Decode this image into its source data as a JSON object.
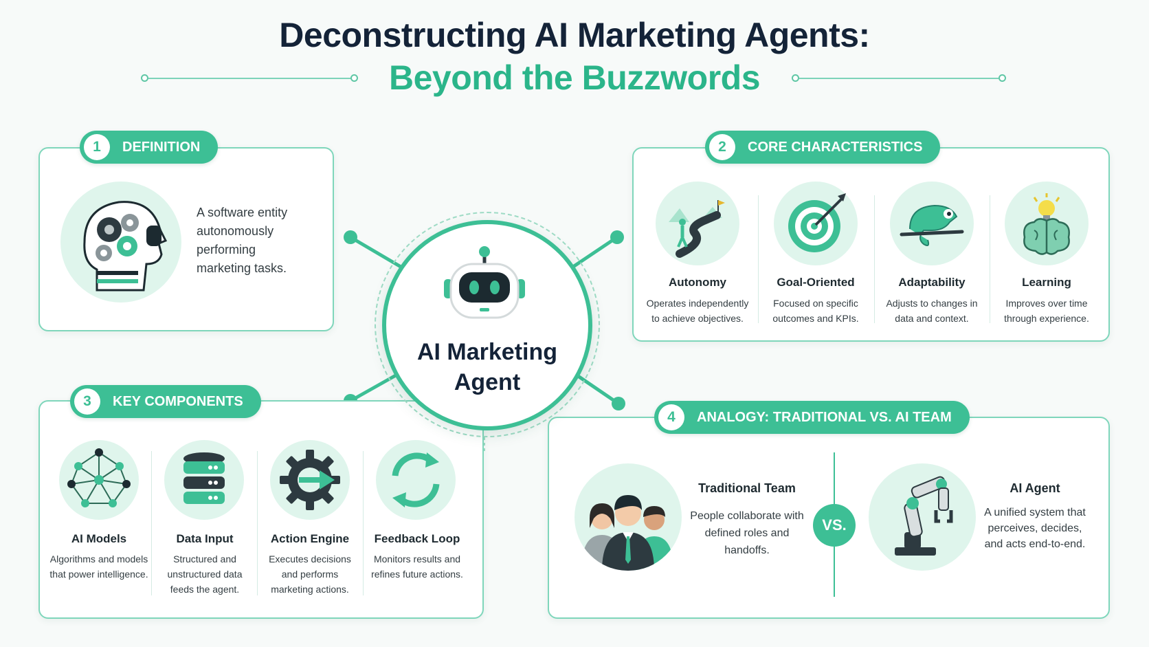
{
  "header": {
    "title": "Deconstructing AI Marketing Agents:",
    "subtitle": "Beyond the Buzzwords"
  },
  "hub": {
    "label": "AI Marketing Agent"
  },
  "definition": {
    "number": "1",
    "label": "DEFINITION",
    "text": "A software entity autonomously performing marketing tasks."
  },
  "characteristics": {
    "number": "2",
    "label": "CORE CHARACTERISTICS",
    "items": [
      {
        "title": "Autonomy",
        "desc": "Operates independently to achieve objectives.",
        "icon": "path-walker-icon"
      },
      {
        "title": "Goal-Oriented",
        "desc": "Focused on specific outcomes and KPIs.",
        "icon": "target-icon"
      },
      {
        "title": "Adaptability",
        "desc": "Adjusts to changes in data and context.",
        "icon": "chameleon-icon"
      },
      {
        "title": "Learning",
        "desc": "Improves over time through experience.",
        "icon": "brain-bulb-icon"
      }
    ]
  },
  "components": {
    "number": "3",
    "label": "KEY COMPONENTS",
    "items": [
      {
        "title": "AI Models",
        "desc": "Algorithms and models that power intelligence.",
        "icon": "neural-network-icon"
      },
      {
        "title": "Data Input",
        "desc": "Structured and unstructured data feeds the agent.",
        "icon": "database-icon"
      },
      {
        "title": "Action Engine",
        "desc": "Executes decisions and performs marketing actions.",
        "icon": "gear-arrow-icon"
      },
      {
        "title": "Feedback Loop",
        "desc": "Monitors results and refines future actions.",
        "icon": "refresh-icon"
      }
    ]
  },
  "analogy": {
    "number": "4",
    "label": "ANALOGY: TRADITIONAL VS. AI TEAM",
    "vs": "VS.",
    "traditional": {
      "title": "Traditional Team",
      "desc": "People collaborate with defined roles and handoffs."
    },
    "ai": {
      "title": "AI Agent",
      "desc": "A unified system that perceives, decides, and acts end-to-end."
    }
  },
  "colors": {
    "accent": "#3dbf95",
    "navy": "#142338",
    "light": "#dff5ec"
  }
}
